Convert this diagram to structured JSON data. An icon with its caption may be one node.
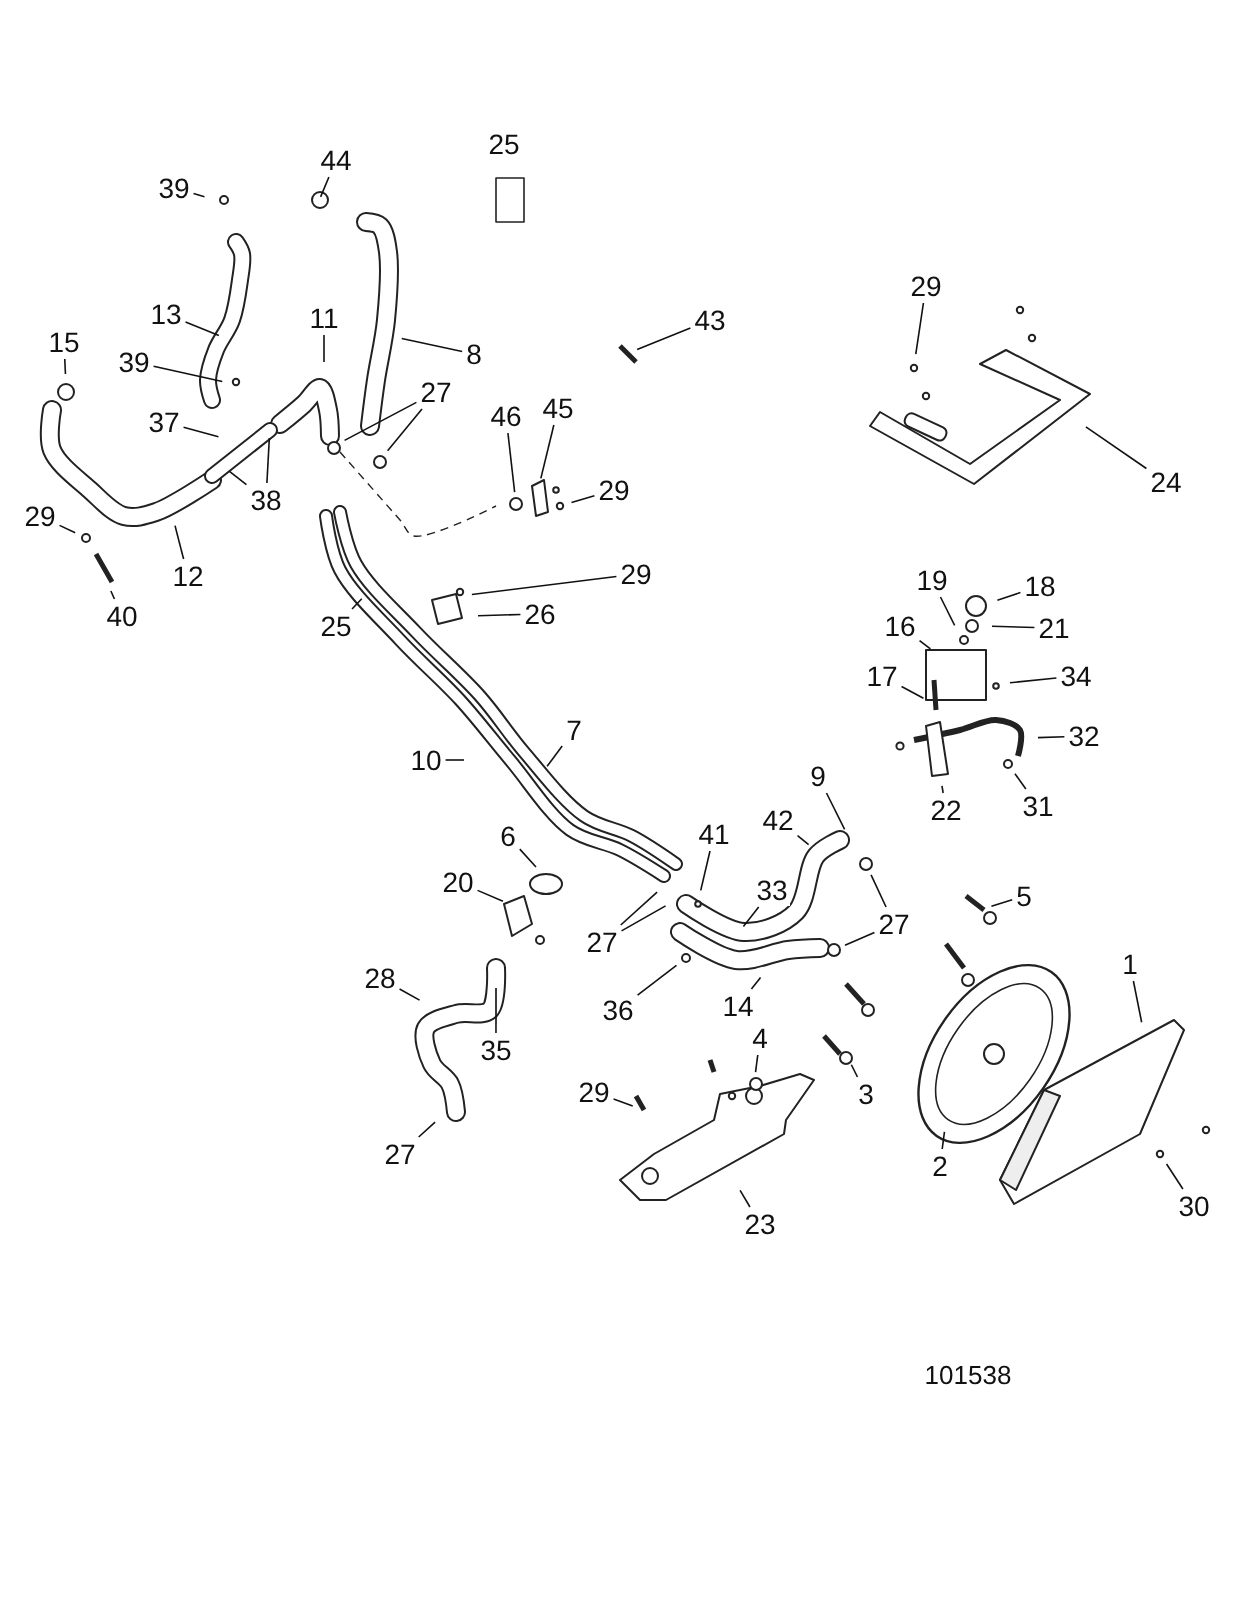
{
  "diagram": {
    "nodes": [
      {
        "text": [
          "25"
        ]
      },
      {
        "text": [
          "44"
        ]
      },
      {
        "text": [
          "39"
        ]
      },
      {
        "text": [
          "29"
        ]
      },
      {
        "text": [
          "15"
        ]
      },
      {
        "text": [
          "13"
        ]
      },
      {
        "text": [
          "11"
        ]
      },
      {
        "text": [
          "43"
        ]
      },
      {
        "text": [
          "8"
        ]
      },
      {
        "text": [
          "39"
        ]
      },
      {
        "text": [
          "27"
        ]
      },
      {
        "text": [
          "45"
        ]
      },
      {
        "text": [
          "46"
        ]
      },
      {
        "text": [
          "37"
        ]
      },
      {
        "text": [
          "24"
        ]
      },
      {
        "text": [
          "29"
        ]
      },
      {
        "text": [
          "38"
        ]
      },
      {
        "text": [
          "29"
        ]
      },
      {
        "text": [
          "29"
        ]
      },
      {
        "text": [
          "12"
        ]
      },
      {
        "text": [
          "19"
        ]
      },
      {
        "text": [
          "18"
        ]
      },
      {
        "text": [
          "26"
        ]
      },
      {
        "text": [
          "40"
        ]
      },
      {
        "text": [
          "25"
        ]
      },
      {
        "text": [
          "16"
        ]
      },
      {
        "text": [
          "21"
        ]
      },
      {
        "text": [
          "34"
        ]
      },
      {
        "text": [
          "17"
        ]
      },
      {
        "text": [
          "7"
        ]
      },
      {
        "text": [
          "32"
        ]
      },
      {
        "text": [
          "10"
        ]
      },
      {
        "text": [
          "9"
        ]
      },
      {
        "text": [
          "31"
        ]
      },
      {
        "text": [
          "22"
        ]
      },
      {
        "text": [
          "42"
        ]
      },
      {
        "text": [
          "41"
        ]
      },
      {
        "text": [
          "6"
        ]
      },
      {
        "text": [
          "20"
        ]
      },
      {
        "text": [
          "33"
        ]
      },
      {
        "text": [
          "5"
        ]
      },
      {
        "text": [
          "27"
        ]
      },
      {
        "text": [
          "27"
        ]
      },
      {
        "text": [
          "1"
        ]
      },
      {
        "text": [
          "28"
        ]
      },
      {
        "text": [
          "14"
        ]
      },
      {
        "text": [
          "36"
        ]
      },
      {
        "text": [
          "4"
        ]
      },
      {
        "text": [
          "35"
        ]
      },
      {
        "text": [
          "29"
        ]
      },
      {
        "text": [
          "3"
        ]
      },
      {
        "text": [
          "27"
        ]
      },
      {
        "text": [
          "2"
        ]
      },
      {
        "text": [
          "30"
        ]
      },
      {
        "text": [
          "23"
        ]
      }
    ],
    "edges": [
      {
        "from": 1,
        "to": null,
        "arrow": "none"
      },
      {
        "from": 2,
        "to": null,
        "arrow": "none"
      },
      {
        "from": 3,
        "to": null,
        "arrow": "none"
      },
      {
        "from": 4,
        "to": null,
        "arrow": "none"
      },
      {
        "from": 5,
        "to": null,
        "arrow": "none"
      },
      {
        "from": 6,
        "to": null,
        "arrow": "none"
      },
      {
        "from": 7,
        "to": null,
        "arrow": "none"
      },
      {
        "from": 8,
        "to": null,
        "arrow": "none"
      },
      {
        "from": 9,
        "to": null,
        "arrow": "none"
      },
      {
        "from": 10,
        "to": null,
        "arrow": "none"
      },
      {
        "from": 10,
        "to": null,
        "arrow": "none"
      },
      {
        "from": 11,
        "to": null,
        "arrow": "none"
      },
      {
        "from": 12,
        "to": null,
        "arrow": "none"
      },
      {
        "from": 13,
        "to": null,
        "arrow": "none"
      },
      {
        "from": 14,
        "to": null,
        "arrow": "none"
      },
      {
        "from": 15,
        "to": null,
        "arrow": "none"
      },
      {
        "from": 16,
        "to": null,
        "arrow": "none"
      },
      {
        "from": 16,
        "to": null,
        "arrow": "none"
      },
      {
        "from": 17,
        "to": null,
        "arrow": "none"
      },
      {
        "from": 18,
        "to": null,
        "arrow": "none"
      },
      {
        "from": 19,
        "to": null,
        "arrow": "none"
      },
      {
        "from": 20,
        "to": null,
        "arrow": "none"
      },
      {
        "from": 21,
        "to": null,
        "arrow": "none"
      },
      {
        "from": 22,
        "to": null,
        "arrow": "none"
      },
      {
        "from": 23,
        "to": null,
        "arrow": "none"
      },
      {
        "from": 24,
        "to": null,
        "arrow": "none"
      },
      {
        "from": 25,
        "to": null,
        "arrow": "none"
      },
      {
        "from": 26,
        "to": null,
        "arrow": "none"
      },
      {
        "from": 27,
        "to": null,
        "arrow": "none"
      },
      {
        "from": 28,
        "to": null,
        "arrow": "none"
      },
      {
        "from": 29,
        "to": null,
        "arrow": "none"
      },
      {
        "from": 30,
        "to": null,
        "arrow": "none"
      },
      {
        "from": 31,
        "to": null,
        "arrow": "none"
      },
      {
        "from": 32,
        "to": null,
        "arrow": "none"
      },
      {
        "from": 33,
        "to": null,
        "arrow": "none"
      },
      {
        "from": 34,
        "to": null,
        "arrow": "none"
      },
      {
        "from": 35,
        "to": null,
        "arrow": "none"
      },
      {
        "from": 36,
        "to": null,
        "arrow": "none"
      },
      {
        "from": 37,
        "to": null,
        "arrow": "none"
      },
      {
        "from": 38,
        "to": null,
        "arrow": "none"
      },
      {
        "from": 39,
        "to": null,
        "arrow": "none"
      },
      {
        "from": 40,
        "to": null,
        "arrow": "none"
      },
      {
        "from": 41,
        "to": null,
        "arrow": "none"
      },
      {
        "from": 41,
        "to": null,
        "arrow": "none"
      },
      {
        "from": 42,
        "to": null,
        "arrow": "none"
      },
      {
        "from": 42,
        "to": null,
        "arrow": "none"
      },
      {
        "from": 43,
        "to": null,
        "arrow": "none"
      },
      {
        "from": 44,
        "to": null,
        "arrow": "none"
      },
      {
        "from": 45,
        "to": null,
        "arrow": "none"
      },
      {
        "from": 46,
        "to": null,
        "arrow": "none"
      },
      {
        "from": 47,
        "to": null,
        "arrow": "none"
      },
      {
        "from": 48,
        "to": null,
        "arrow": "none"
      },
      {
        "from": 49,
        "to": null,
        "arrow": "none"
      },
      {
        "from": 50,
        "to": null,
        "arrow": "none"
      },
      {
        "from": 51,
        "to": null,
        "arrow": "none"
      },
      {
        "from": 52,
        "to": null,
        "arrow": "none"
      },
      {
        "from": 53,
        "to": null,
        "arrow": "none"
      },
      {
        "from": 54,
        "to": null,
        "arrow": "none"
      }
    ],
    "labels": [
      "101538"
    ]
  }
}
